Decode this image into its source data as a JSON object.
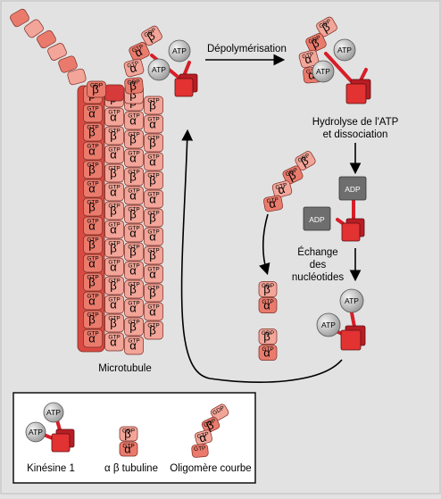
{
  "labels": {
    "depolymerisation": "Dépolymérisation",
    "hydrolyse_line1": "Hydrolyse de l'ATP",
    "hydrolyse_line2": "et dissociation",
    "echange_line1": "Échange",
    "echange_line2": "des",
    "echange_line3": "nucléotides",
    "microtubule": "Microtubule"
  },
  "legend": {
    "kinesine": "Kinésine 1",
    "tubuline": "α β tubuline",
    "oligomere": "Oligomère courbe"
  },
  "glyphs": {
    "atp": "ATP",
    "adp": "ADP",
    "gtp": "GTP",
    "gdp": "GDP",
    "alpha": "α",
    "beta": "β"
  },
  "colors": {
    "background": "#e2e2e2",
    "tubulin_light": "#f2a598",
    "tubulin_mid": "#ea7b6c",
    "tubulin_dark": "#d63a3a",
    "kinesin_head": "#e23232",
    "kinesin_stalk": "#d81e28",
    "nucleotide_ball": "#c8c8c8",
    "adp_box": "#6e6e6e"
  }
}
